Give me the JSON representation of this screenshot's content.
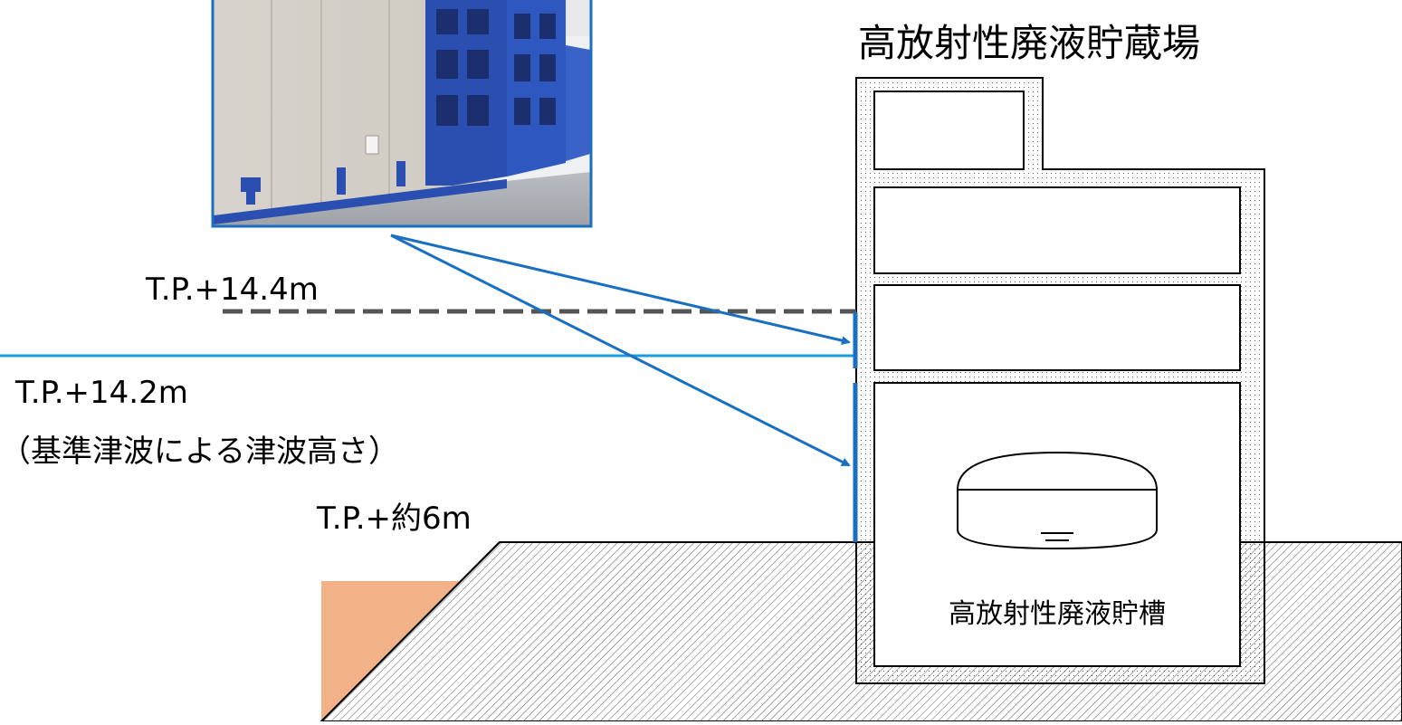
{
  "building_title": "高放射性廃液貯蔵場",
  "tank_label": "高放射性廃液貯槽",
  "levels": {
    "tp_14_4": "T.P.+14.4m",
    "tp_14_2": "T.P.+14.2m",
    "tp_14_2_note": "（基準津波による津波高さ）",
    "ground": "T.P.+約6m"
  },
  "photo": {
    "alt": "blue-steel-tsunami-barrier-photo"
  },
  "colors": {
    "arrow": "#1a6fc0",
    "tsunami_line": "#1a9be0",
    "dashed_line": "#555555",
    "barrier": "#1a6fc0",
    "embankment": "#f3b187",
    "photo_frame": "#1a6fc0"
  }
}
